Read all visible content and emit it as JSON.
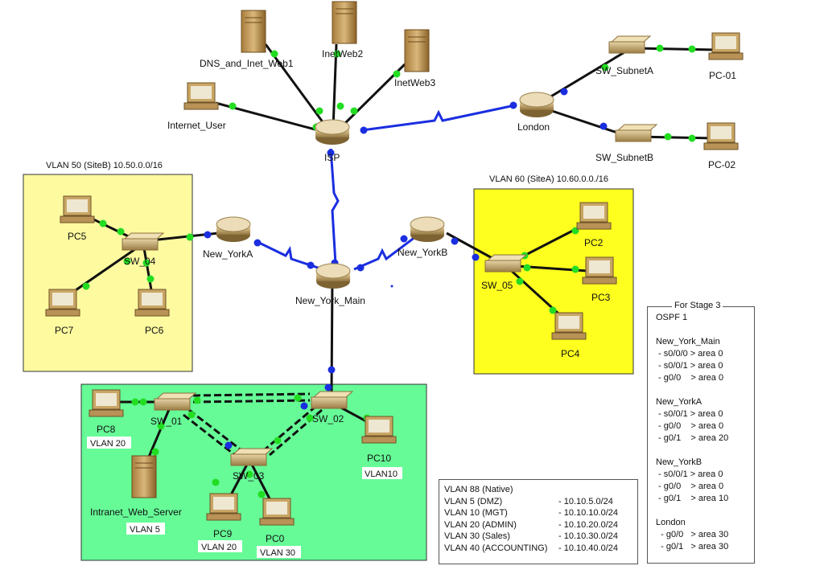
{
  "devices": {
    "routers": {
      "isp": "ISP",
      "london": "London",
      "new_york_main": "New_York_Main",
      "new_york_a": "New_YorkA",
      "new_york_b": "New_YorkB"
    },
    "servers": {
      "dns_inet_web1": "DNS_and_Inet_Web1",
      "inetweb2": "InetWeb2",
      "inetweb3": "InetWeb3",
      "intranet_web_server": "Intranet_Web_Server"
    },
    "switches": {
      "sw_subneta": "SW_SubnetA",
      "sw_subnetb": "SW_SubnetB",
      "sw_04": "SW_04",
      "sw_05": "SW_05",
      "sw_01": "SW_01",
      "sw_02": "SW_02",
      "sw_03": "SW_03"
    },
    "pcs": {
      "internet_user": "Internet_User",
      "pc01": "PC-01",
      "pc02": "PC-02",
      "pc5": "PC5",
      "pc6": "PC6",
      "pc7": "PC7",
      "pc2": "PC2",
      "pc3": "PC3",
      "pc4": "PC4",
      "pc8": "PC8",
      "pc9": "PC9",
      "pc0": "PC0",
      "pc10": "PC10"
    }
  },
  "zones": {
    "siteb": {
      "title": "VLAN 50 (SiteB) 10.50.0.0/16",
      "color": "#fefaa0"
    },
    "sitea": {
      "title": "VLAN 60 (SiteA) 10.60.0.0./16",
      "color": "#fefe1f"
    },
    "main": {
      "color": "#66fb97"
    }
  },
  "vlan_tags": {
    "pc8": "VLAN 20",
    "server": "VLAN 5",
    "pc9": "VLAN 20",
    "pc0": "VLAN 30",
    "pc10": "VLAN10"
  },
  "vlan_table": [
    {
      "name": "VLAN 88 (Native)",
      "net": ""
    },
    {
      "name": "VLAN 5 (DMZ)",
      "net": "- 10.10.5.0/24"
    },
    {
      "name": "VLAN 10 (MGT)",
      "net": "- 10.10.10.0/24"
    },
    {
      "name": "VLAN 20 (ADMIN)",
      "net": "- 10.10.20.0/24"
    },
    {
      "name": "VLAN 30 (Sales)",
      "net": "- 10.10.30.0/24"
    },
    {
      "name": "VLAN 40 (ACCOUNTING)",
      "net": "- 10.10.40.0/24"
    }
  ],
  "stage_panel": {
    "legend": "For Stage 3",
    "text": "OSPF 1\n\nNew_York_Main\n - s0/0/0 > area 0\n - s0/0/1 > area 0\n - g0/0    > area 0\n\nNew_YorkA\n - s0/0/1 > area 0\n - g0/0    > area 0\n - g0/1    > area 20\n\nNew_YorkB\n - s0/0/1 > area 0\n - g0/0    > area 0\n - g0/1    > area 10\n\nLondon\n  - g0/0   > area 30\n  - g0/1   > area 30"
  },
  "colors": {
    "link_up": "#22dd22",
    "serial": "#1a2ee0",
    "ethernet": "#111111"
  }
}
